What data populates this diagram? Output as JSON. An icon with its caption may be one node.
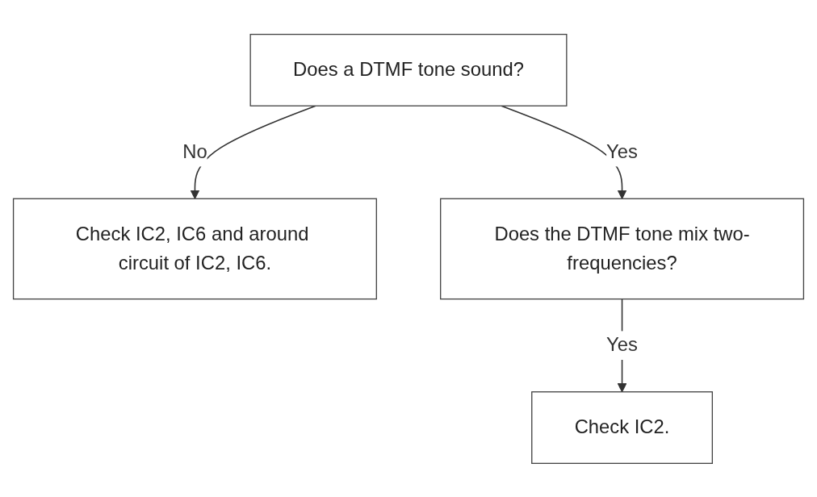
{
  "diagram": {
    "nodes": [
      {
        "text": [
          "Does a DTMF tone sound?"
        ]
      },
      {
        "text": [
          "Check IC2, IC6 and around circuit of IC2, IC6."
        ]
      },
      {
        "text": [
          "Does the DTMF tone mix two-frequencies?"
        ]
      },
      {
        "text": [
          "Check IC2."
        ]
      }
    ],
    "edges": [
      {
        "from": 0,
        "to": 1,
        "label": "No",
        "arrow": "to"
      },
      {
        "from": 0,
        "to": 2,
        "label": "Yes",
        "arrow": "to"
      },
      {
        "from": 2,
        "to": 3,
        "label": "Yes",
        "arrow": "to"
      }
    ]
  }
}
